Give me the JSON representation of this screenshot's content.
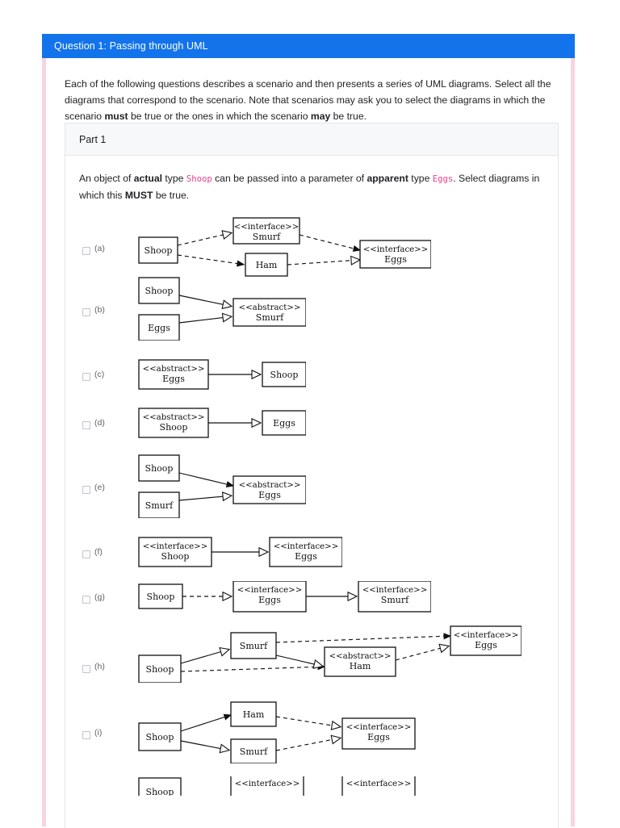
{
  "header": {
    "title": "Question 1: Passing through UML"
  },
  "intro": {
    "p1": "Each of the following questions describes a scenario and then presents a series of UML diagrams. Select all the diagrams that correspond to the scenario. Note that scenarios may ask you to select the diagrams in which the scenario ",
    "bold_must": "must",
    "p2": " be true or the ones in which the scenario ",
    "bold_may": "may",
    "p3": " be true."
  },
  "part": {
    "title": "Part 1"
  },
  "prompt": {
    "s1": "An object of ",
    "b1": "actual",
    "s2": " type ",
    "code1": "Shoop",
    "s3": " can be passed into a parameter of ",
    "b2": "apparent",
    "s4": " type ",
    "code2": "Eggs",
    "s5": ". Select diagrams in which this ",
    "b3": "MUST",
    "s6": " be true."
  },
  "colors": {
    "header_blue": "#1273EB",
    "pink_border": "#f8d3e0",
    "code_pink": "#e83e8c",
    "panel_header_gray": "#f7f8f9",
    "panel_border": "#e4e6e8",
    "text": "#202124",
    "label_gray": "#5f6368"
  },
  "stereotypes": {
    "interface": "<<interface>>",
    "abstract": "<<abstract>>"
  },
  "types": {
    "shoop": "Shoop",
    "eggs": "Eggs",
    "smurf": "Smurf",
    "ham": "Ham"
  },
  "options": [
    {
      "id": "a",
      "label": "(a)",
      "checked": false,
      "boxes": [
        {
          "name": "Shoop",
          "stereo": ""
        },
        {
          "name": "Smurf",
          "stereo": "<<interface>>"
        },
        {
          "name": "Ham",
          "stereo": ""
        },
        {
          "name": "Eggs",
          "stereo": "<<interface>>"
        }
      ],
      "edges": [
        {
          "from": "Shoop",
          "to": "Smurf",
          "line": "dashed",
          "head": "hollow-triangle"
        },
        {
          "from": "Shoop",
          "to": "Ham",
          "line": "dashed",
          "head": "filled-arrow"
        },
        {
          "from": "Smurf",
          "to": "Eggs",
          "line": "dashed",
          "head": "filled-arrow"
        },
        {
          "from": "Ham",
          "to": "Eggs",
          "line": "dashed",
          "head": "hollow-triangle"
        }
      ]
    },
    {
      "id": "b",
      "label": "(b)",
      "checked": false,
      "boxes": [
        {
          "name": "Shoop",
          "stereo": ""
        },
        {
          "name": "Eggs",
          "stereo": ""
        },
        {
          "name": "Smurf",
          "stereo": "<<abstract>>"
        }
      ],
      "edges": [
        {
          "from": "Shoop",
          "to": "Smurf",
          "line": "solid",
          "head": "hollow-triangle"
        },
        {
          "from": "Eggs",
          "to": "Smurf",
          "line": "solid",
          "head": "hollow-triangle"
        }
      ]
    },
    {
      "id": "c",
      "label": "(c)",
      "checked": false,
      "boxes": [
        {
          "name": "Eggs",
          "stereo": "<<abstract>>"
        },
        {
          "name": "Shoop",
          "stereo": ""
        }
      ],
      "edges": [
        {
          "from": "Eggs",
          "to": "Shoop",
          "line": "solid",
          "head": "hollow-triangle"
        }
      ]
    },
    {
      "id": "d",
      "label": "(d)",
      "checked": false,
      "boxes": [
        {
          "name": "Shoop",
          "stereo": "<<abstract>>"
        },
        {
          "name": "Eggs",
          "stereo": ""
        }
      ],
      "edges": [
        {
          "from": "Shoop",
          "to": "Eggs",
          "line": "solid",
          "head": "hollow-triangle"
        }
      ]
    },
    {
      "id": "e",
      "label": "(e)",
      "checked": false,
      "boxes": [
        {
          "name": "Shoop",
          "stereo": ""
        },
        {
          "name": "Smurf",
          "stereo": ""
        },
        {
          "name": "Eggs",
          "stereo": "<<abstract>>"
        }
      ],
      "edges": [
        {
          "from": "Shoop",
          "to": "Eggs",
          "line": "solid",
          "head": "filled-arrow"
        },
        {
          "from": "Smurf",
          "to": "Eggs",
          "line": "solid",
          "head": "hollow-triangle"
        }
      ]
    },
    {
      "id": "f",
      "label": "(f)",
      "checked": false,
      "boxes": [
        {
          "name": "Shoop",
          "stereo": "<<interface>>"
        },
        {
          "name": "Eggs",
          "stereo": "<<interface>>"
        }
      ],
      "edges": [
        {
          "from": "Shoop",
          "to": "Eggs",
          "line": "solid",
          "head": "hollow-triangle"
        }
      ]
    },
    {
      "id": "g",
      "label": "(g)",
      "checked": false,
      "boxes": [
        {
          "name": "Shoop",
          "stereo": ""
        },
        {
          "name": "Eggs",
          "stereo": "<<interface>>"
        },
        {
          "name": "Smurf",
          "stereo": "<<interface>>"
        }
      ],
      "edges": [
        {
          "from": "Shoop",
          "to": "Eggs",
          "line": "dashed",
          "head": "hollow-triangle"
        },
        {
          "from": "Eggs",
          "to": "Smurf",
          "line": "solid",
          "head": "hollow-triangle"
        }
      ]
    },
    {
      "id": "h",
      "label": "(h)",
      "checked": false,
      "boxes": [
        {
          "name": "Shoop",
          "stereo": ""
        },
        {
          "name": "Smurf",
          "stereo": ""
        },
        {
          "name": "Ham",
          "stereo": "<<abstract>>"
        },
        {
          "name": "Eggs",
          "stereo": "<<interface>>"
        }
      ],
      "edges": [
        {
          "from": "Shoop",
          "to": "Smurf",
          "line": "solid",
          "head": "hollow-triangle"
        },
        {
          "from": "Shoop",
          "to": "Ham",
          "line": "dashed",
          "head": "filled-arrow"
        },
        {
          "from": "Smurf",
          "to": "Ham",
          "line": "solid",
          "head": "hollow-triangle"
        },
        {
          "from": "Smurf",
          "to": "Eggs",
          "line": "dashed",
          "head": "filled-arrow"
        },
        {
          "from": "Ham",
          "to": "Eggs",
          "line": "dashed",
          "head": "hollow-triangle"
        }
      ]
    },
    {
      "id": "i",
      "label": "(i)",
      "checked": false,
      "boxes": [
        {
          "name": "Shoop",
          "stereo": ""
        },
        {
          "name": "Ham",
          "stereo": ""
        },
        {
          "name": "Smurf",
          "stereo": ""
        },
        {
          "name": "Eggs",
          "stereo": "<<interface>>"
        }
      ],
      "edges": [
        {
          "from": "Shoop",
          "to": "Ham",
          "line": "solid",
          "head": "filled-arrow"
        },
        {
          "from": "Shoop",
          "to": "Smurf",
          "line": "solid",
          "head": "hollow-triangle"
        },
        {
          "from": "Ham",
          "to": "Eggs",
          "line": "dashed",
          "head": "hollow-triangle"
        },
        {
          "from": "Smurf",
          "to": "Eggs",
          "line": "dashed",
          "head": "hollow-triangle"
        }
      ]
    },
    {
      "id": "j",
      "label": "",
      "checked": false,
      "clipped": true,
      "boxes": [
        {
          "name": "Shoop",
          "stereo": ""
        },
        {
          "name": "",
          "stereo": "<<interface>>"
        },
        {
          "name": "",
          "stereo": "<<interface>>"
        }
      ],
      "edges": []
    }
  ]
}
